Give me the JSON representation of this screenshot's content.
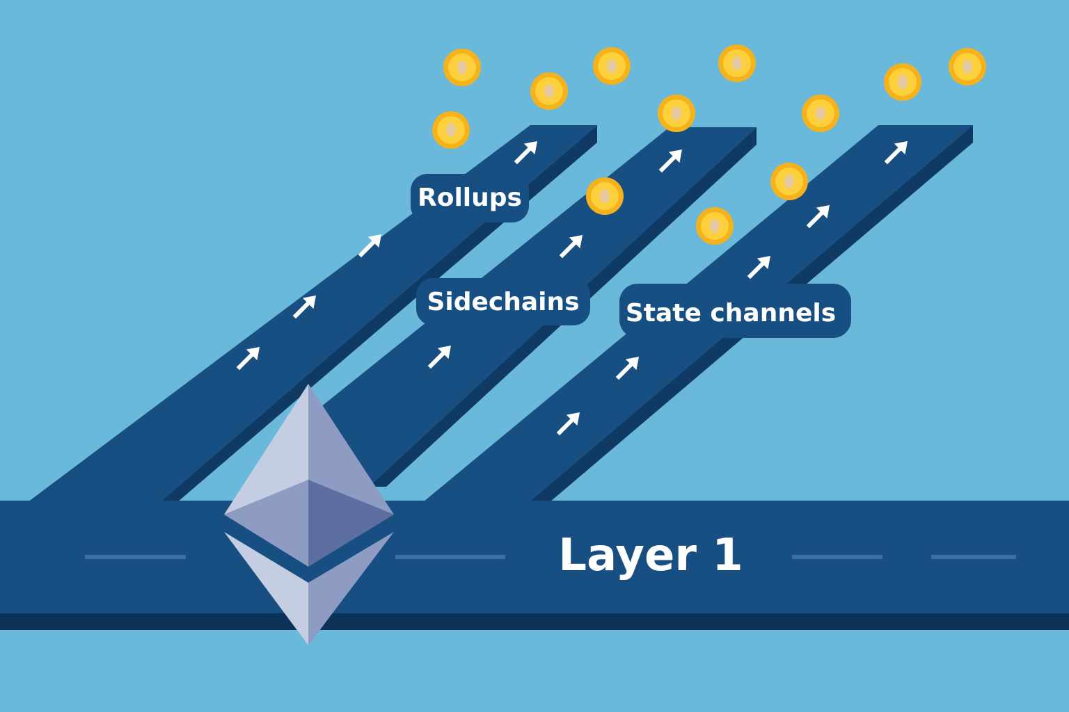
{
  "layer1": {
    "label": "Layer 1"
  },
  "lanes": [
    {
      "label": "Rollups"
    },
    {
      "label": "Sidechains"
    },
    {
      "label": "State channels"
    }
  ],
  "colors": {
    "sky": "#6ab8da",
    "road": "#174f82",
    "road_side": "#0f3a63",
    "road_edge": "#0c3257",
    "lane_dash": "#3a6fa3",
    "coin_outer": "#f5b21a",
    "coin_inner": "#fbd03a",
    "coin_center": "#e3c8a0",
    "eth_light": "#c5cde3",
    "eth_mid": "#8e9cc4",
    "eth_dark": "#5d6ea0",
    "label_text": "#ffffff"
  },
  "icons": [
    "ethereum-logo-icon",
    "up-arrow-icon",
    "coin-icon"
  ]
}
